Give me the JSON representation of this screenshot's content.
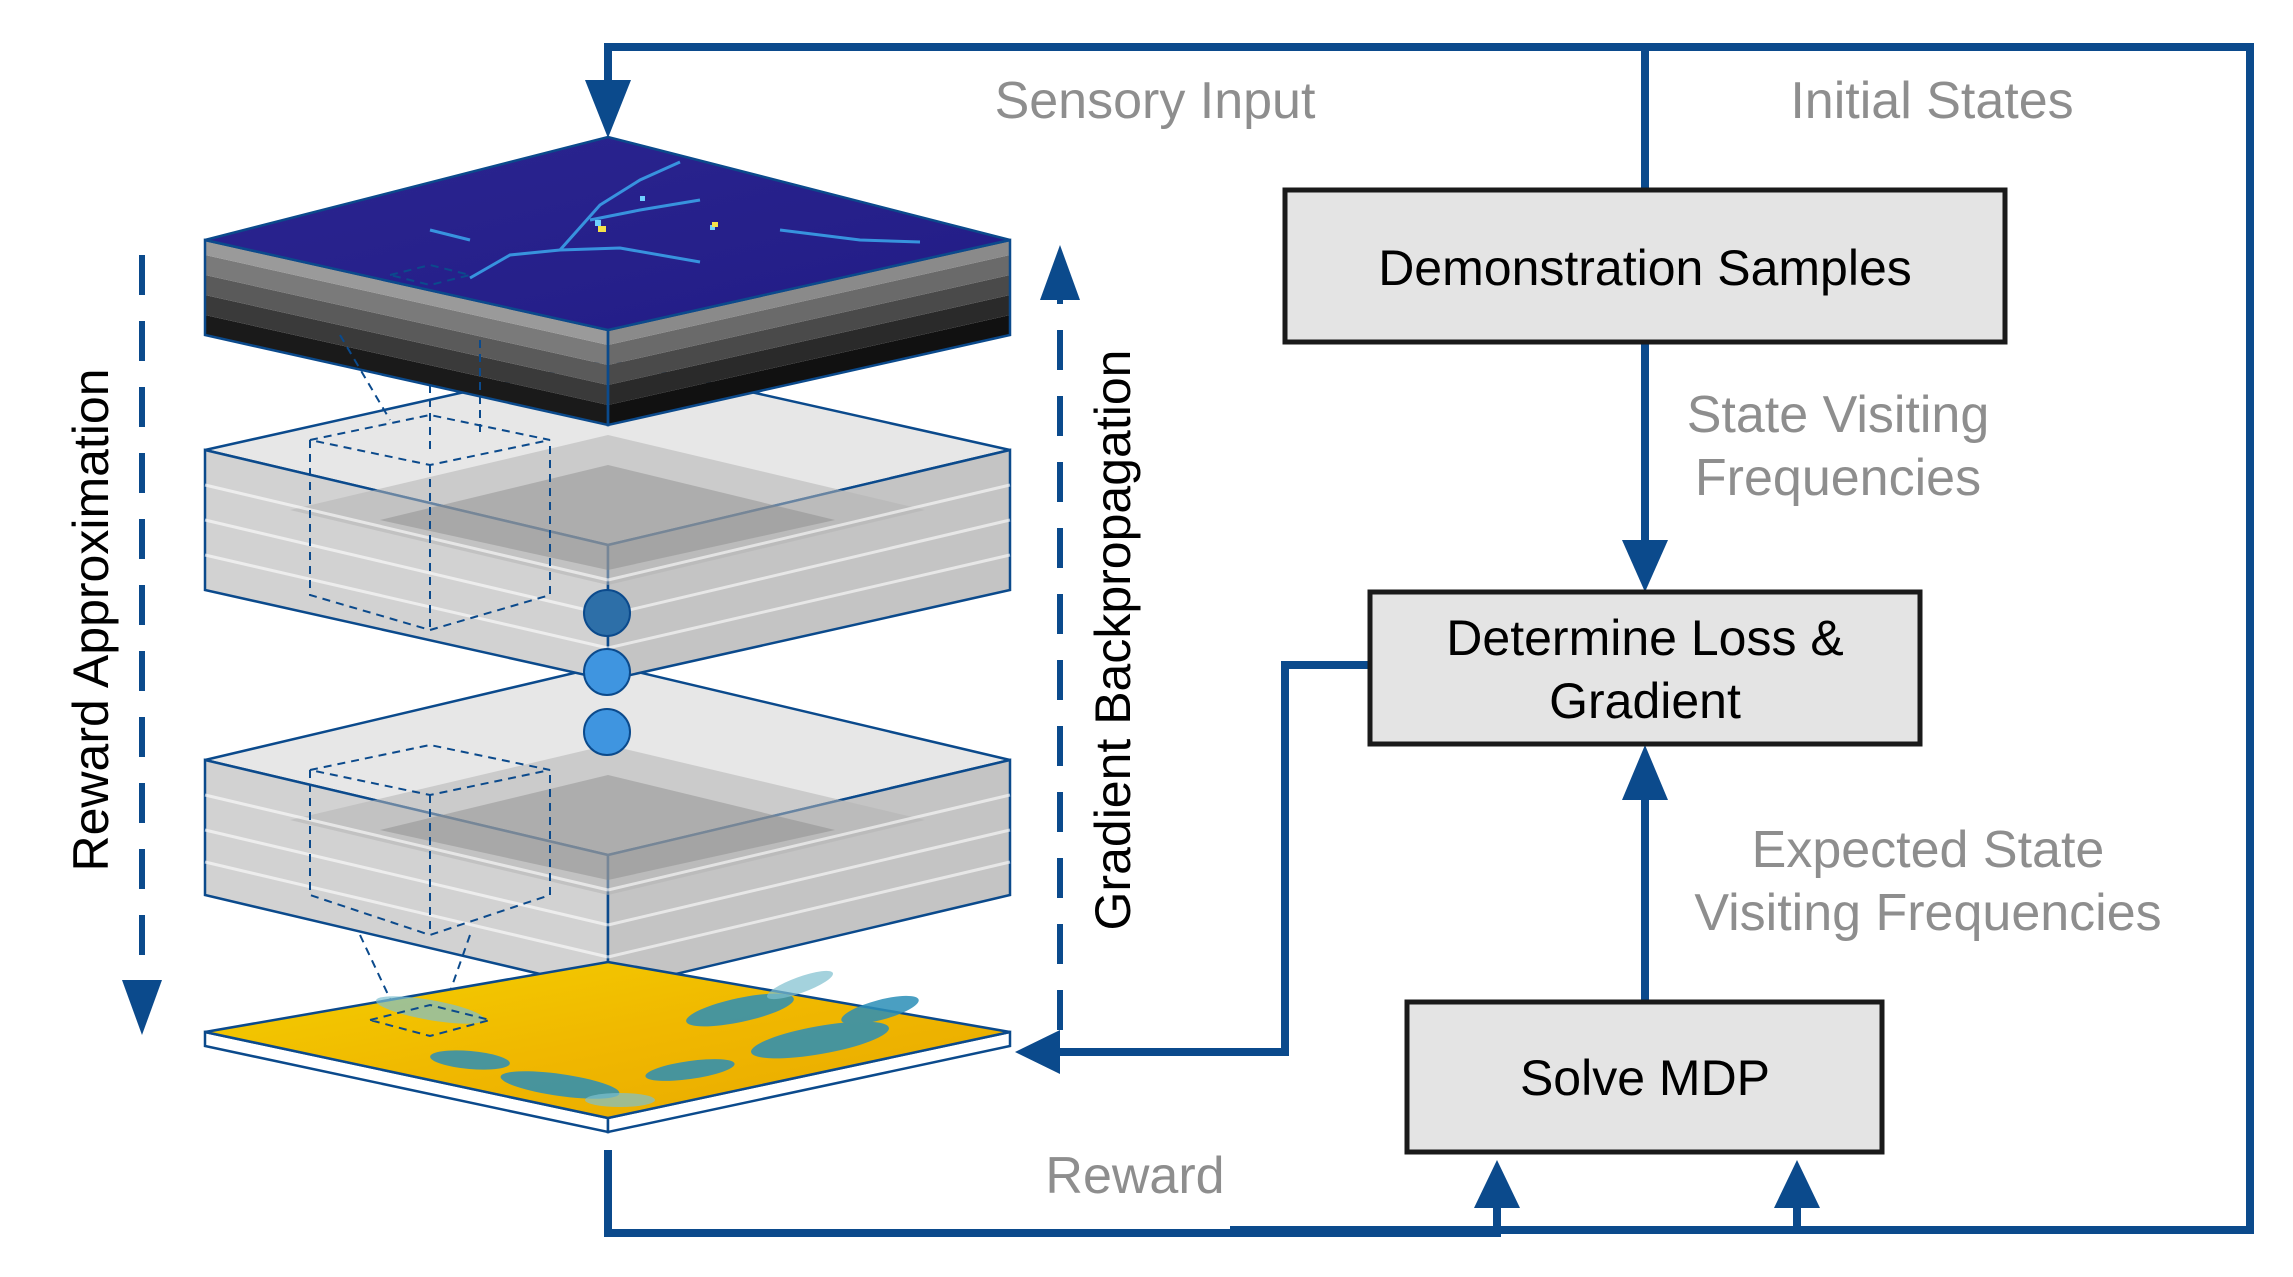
{
  "colors": {
    "flow": "#0b4a8c",
    "box_fill": "#e4e4e4",
    "box_stroke": "#1a1a1a",
    "label_gray": "#8e8e8e",
    "input_map": "#2a1f8f",
    "reward_map": "#f2c300",
    "node_blue": "#3f95e0"
  },
  "boxes": {
    "demo": "Demonstration Samples",
    "loss_line1": "Determine Loss &",
    "loss_line2": "Gradient",
    "mdp": "Solve MDP"
  },
  "labels": {
    "sensory_input": "Sensory Input",
    "initial_states": "Initial States",
    "svf_line1": "State Visiting",
    "svf_line2": "Frequencies",
    "esvf_line1": "Expected State",
    "esvf_line2": "Visiting Frequencies",
    "reward": "Reward",
    "reward_approx": "Reward Approximation",
    "grad_backprop": "Gradient Backpropagation"
  }
}
